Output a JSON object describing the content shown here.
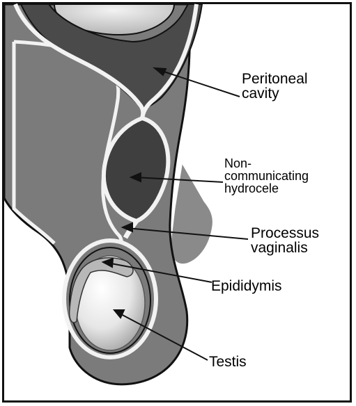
{
  "diagram": {
    "labels": {
      "peritoneal_cavity": [
        "Peritoneal",
        "cavity"
      ],
      "hydrocele": [
        "Non-",
        "communicating",
        "hydrocele"
      ],
      "processus_vaginalis": [
        "Processus",
        "vaginalis"
      ],
      "epididymis": [
        "Epididymis"
      ],
      "testis": [
        "Testis"
      ]
    },
    "colors": {
      "wall": "#7b7b7b",
      "fluid": "#3f3f3f",
      "membrane": "#f2f2f2",
      "outline": "#111111",
      "testis": "#e4e4e4",
      "epididymis": "#b8b8b8"
    }
  }
}
